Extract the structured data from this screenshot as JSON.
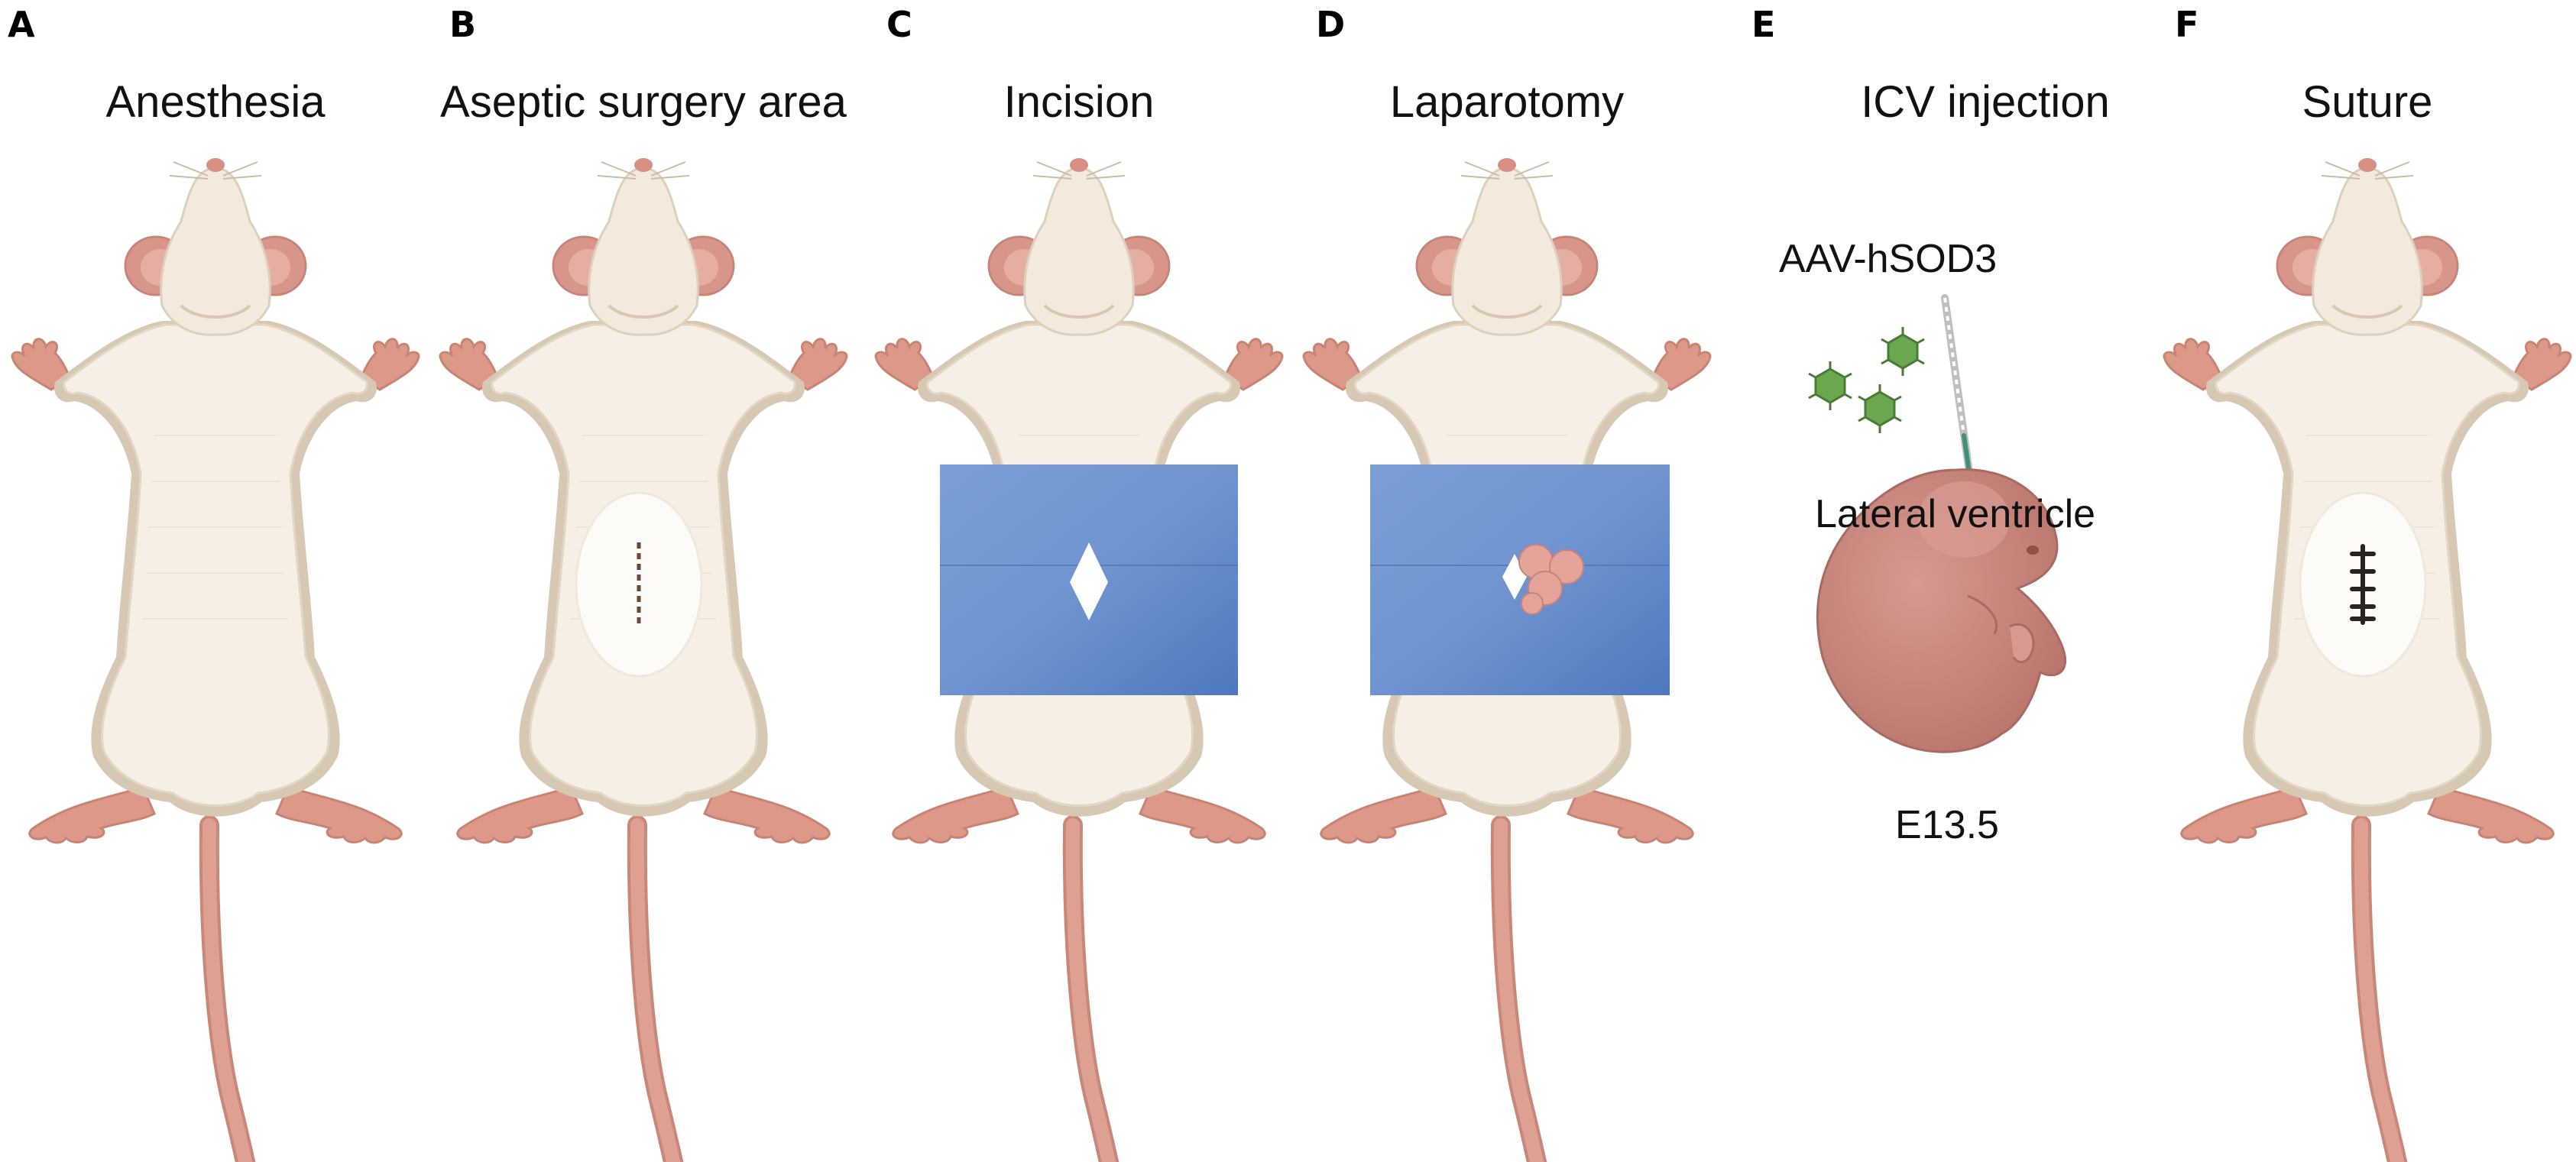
{
  "panels": [
    {
      "letter": "A",
      "title": "Anesthesia"
    },
    {
      "letter": "B",
      "title": "Aseptic surgery area"
    },
    {
      "letter": "C",
      "title": "Incision"
    },
    {
      "letter": "D",
      "title": "Laparotomy"
    },
    {
      "letter": "E",
      "title": "ICV injection"
    },
    {
      "letter": "F",
      "title": "Suture"
    }
  ],
  "injection": {
    "vector_label": "AAV-hSOD3",
    "target_label": "Lateral ventricle",
    "stage_label": "E13.5"
  },
  "colors": {
    "fur": "#f7efe6",
    "fur_outline": "#ddd0bd",
    "fur_shadow": "#d8ccb9",
    "ear": "#d99a8f",
    "paw_tail": "#d99385",
    "drape": "#5f86c6",
    "embryo": "#c9847a",
    "virus": "#6aa84f"
  }
}
